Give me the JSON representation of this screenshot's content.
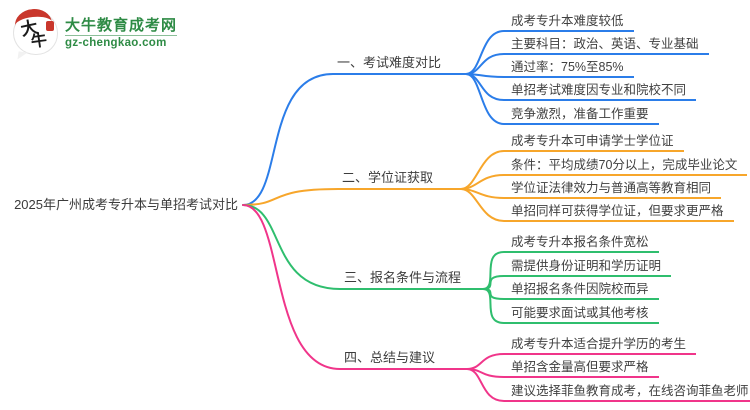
{
  "logo": {
    "title": "大牛教育成考网",
    "url": "gz-chengkao.com",
    "icon_char1": "大",
    "icon_char2": "牛",
    "brand_color": "#2e8b45",
    "seal_color": "#c9372c"
  },
  "root": {
    "label": "2025年广州成考专升本与单招考试对比"
  },
  "branches": [
    {
      "label": "一、考试难度对比",
      "color": "#2b7de9",
      "leaves": [
        "成考专升本难度较低",
        "主要科目：政治、英语、专业基础",
        "通过率：75%至85%",
        "单招考试难度因专业和院校不同",
        "竞争激烈，准备工作重要"
      ]
    },
    {
      "label": "二、学位证获取",
      "color": "#f7a62b",
      "leaves": [
        "成考专升本可申请学士学位证",
        "条件：平均成绩70分以上，完成毕业论文",
        "学位证法律效力与普通高等教育相同",
        "单招同样可获得学位证，但要求更严格"
      ]
    },
    {
      "label": "三、报名条件与流程",
      "color": "#2fbe6e",
      "leaves": [
        "成考专升本报名条件宽松",
        "需提供身份证明和学历证明",
        "单招报名条件因院校而异",
        "可能要求面试或其他考核"
      ]
    },
    {
      "label": "四、总结与建议",
      "color": "#f0358a",
      "leaves": [
        "成考专升本适合提升学历的考生",
        "单招含金量高但要求严格",
        "建议选择菲鱼教育成考，在线咨询菲鱼老师"
      ]
    }
  ]
}
